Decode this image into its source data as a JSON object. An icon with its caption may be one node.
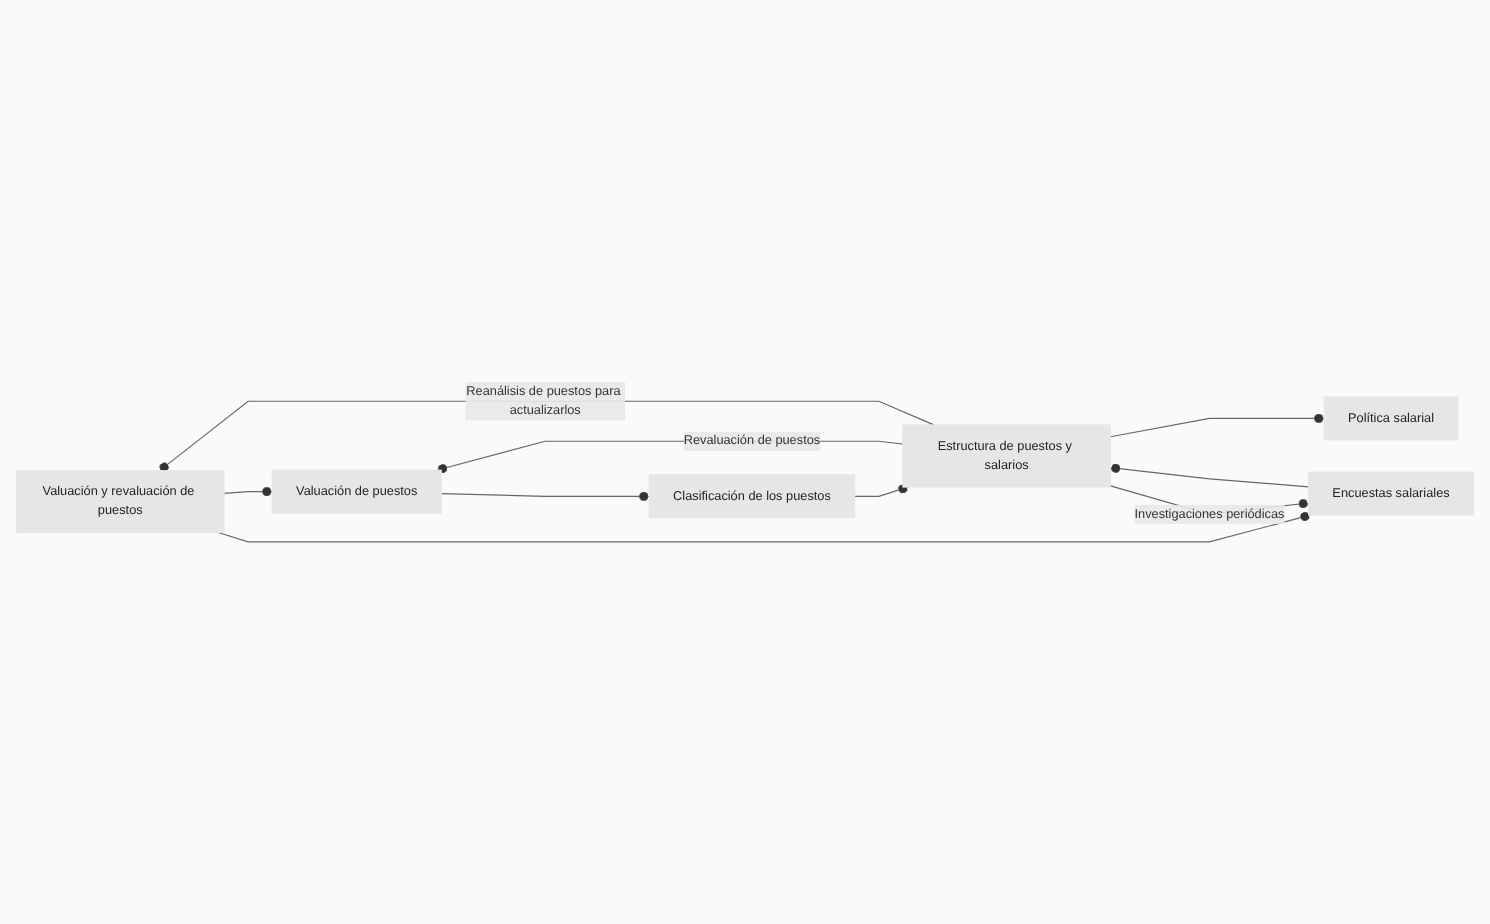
{
  "diagram": {
    "nodes": [
      {
        "text": [
          "Valuación y revaluación de puestos"
        ]
      },
      {
        "text": [
          "Valuación de puestos"
        ]
      },
      {
        "text": [
          "Clasificación de los puestos"
        ]
      },
      {
        "text": [
          "Encuestas salariales"
        ]
      },
      {
        "text": [
          "Estructura de puestos y salarios"
        ]
      },
      {
        "text": [
          "Política salarial"
        ]
      }
    ],
    "edges": [
      {
        "from": 0,
        "to": 1,
        "arrow": "other"
      },
      {
        "from": 0,
        "to": 3,
        "arrow": "other"
      },
      {
        "from": 1,
        "to": 2,
        "arrow": "other"
      },
      {
        "from": 2,
        "to": 4,
        "arrow": "other"
      },
      {
        "from": 3,
        "to": 4,
        "arrow": "other"
      },
      {
        "from": 4,
        "to": 5,
        "arrow": "other"
      },
      {
        "from": 4,
        "to": 1,
        "arrow": "other",
        "label": "Revaluación de puestos"
      },
      {
        "from": 4,
        "to": 0,
        "arrow": "other",
        "label": "Reanálisis de puestos para actualizarlos"
      },
      {
        "from": 4,
        "to": 3,
        "arrow": "other",
        "label": "Investigaciones periódicas"
      }
    ]
  }
}
